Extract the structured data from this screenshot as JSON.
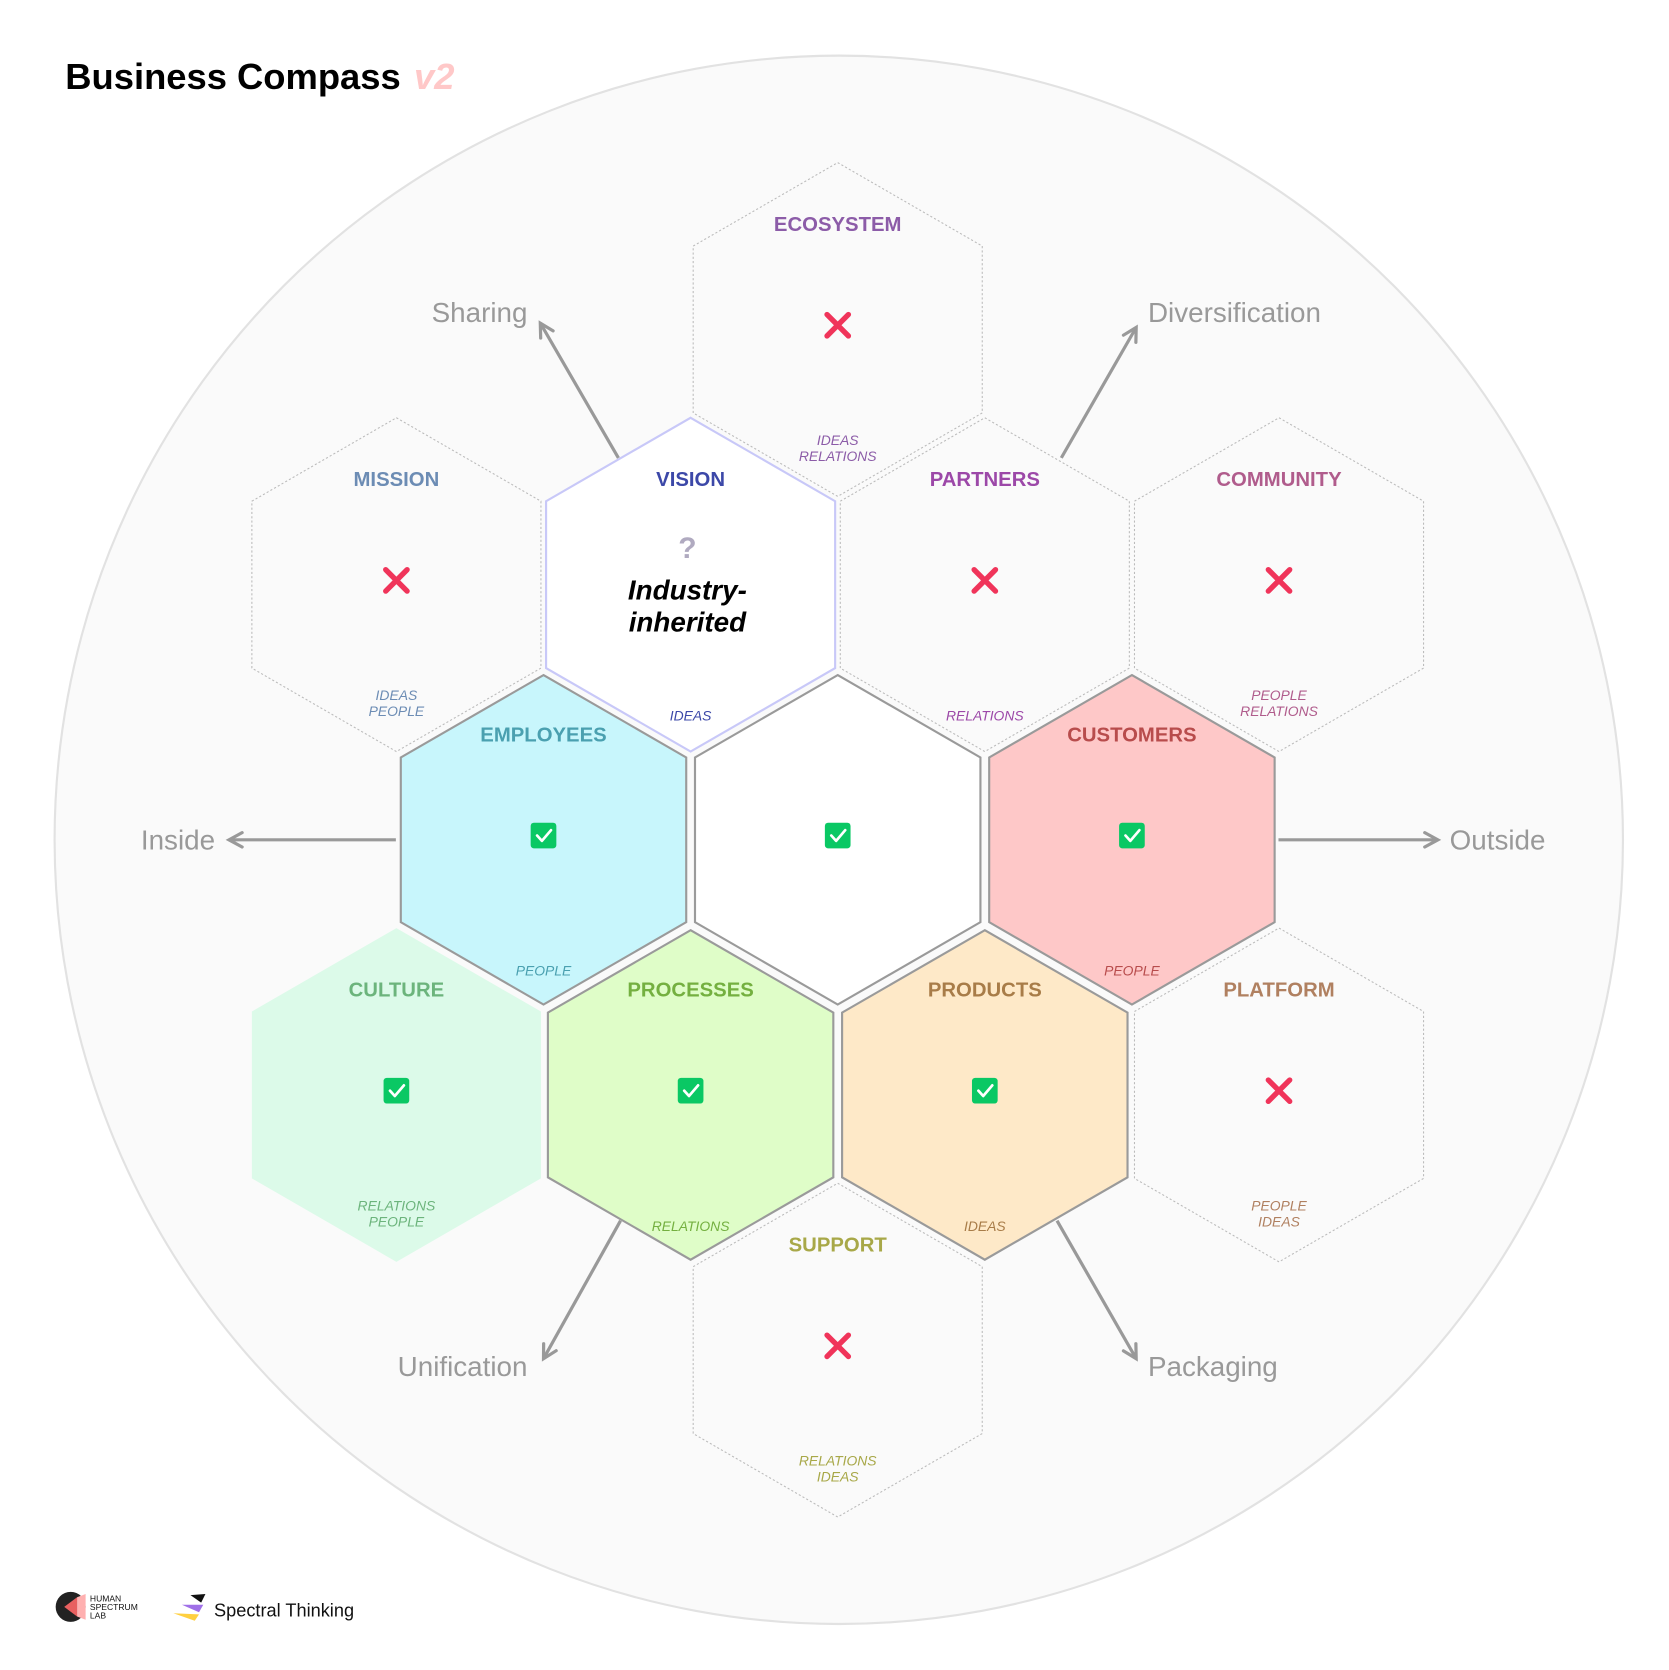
{
  "header": {
    "title": "Business Compass",
    "version": "v2"
  },
  "directions": {
    "sharing": "Sharing",
    "diversification": "Diversification",
    "inside": "Inside",
    "outside": "Outside",
    "unification": "Unification",
    "packaging": "Packaging"
  },
  "cells": [
    {
      "id": "ecosystem",
      "label": "ECOSYSTEM",
      "status": "cross",
      "tags": [
        "IDEAS",
        "RELATIONS"
      ],
      "color": "#8c5ca8",
      "fill": "none",
      "style": "dashed",
      "q": 0,
      "r": -2
    },
    {
      "id": "mission",
      "label": "MISSION",
      "status": "cross",
      "tags": [
        "IDEAS",
        "PEOPLE"
      ],
      "color": "#6c8cb4",
      "fill": "none",
      "style": "dashed",
      "q": -3,
      "r": -1
    },
    {
      "id": "vision",
      "label": "VISION",
      "status": "question",
      "tags": [
        "IDEAS"
      ],
      "color": "#3c48a8",
      "fill": "#ffffff",
      "style": "vision",
      "q": -1,
      "r": -1,
      "note": "Industry-\ninherited"
    },
    {
      "id": "partners",
      "label": "PARTNERS",
      "status": "cross",
      "tags": [
        "RELATIONS"
      ],
      "color": "#9c48a8",
      "fill": "none",
      "style": "dashed",
      "q": 1,
      "r": -1
    },
    {
      "id": "community",
      "label": "COMMUNITY",
      "status": "cross",
      "tags": [
        "PEOPLE",
        "RELATIONS"
      ],
      "color": "#b05c8c",
      "fill": "none",
      "style": "dashed",
      "q": 3,
      "r": -1
    },
    {
      "id": "employees",
      "label": "EMPLOYEES",
      "status": "check",
      "tags": [
        "PEOPLE"
      ],
      "color": "#4aa0b0",
      "fill": "#c8f6fc",
      "style": "solid",
      "q": -2,
      "r": 0
    },
    {
      "id": "core",
      "label": "",
      "status": "check",
      "tags": [],
      "color": "#555555",
      "fill": "#ffffff",
      "style": "solid",
      "q": 0,
      "r": 0
    },
    {
      "id": "customers",
      "label": "CUSTOMERS",
      "status": "check",
      "tags": [
        "PEOPLE"
      ],
      "color": "#b84c4c",
      "fill": "#fec8c8",
      "style": "solid",
      "q": 2,
      "r": 0
    },
    {
      "id": "culture",
      "label": "CULTURE",
      "status": "check",
      "tags": [
        "RELATIONS",
        "PEOPLE"
      ],
      "color": "#6cb47c",
      "fill": "#dcfae9",
      "style": "none",
      "q": -3,
      "r": 1
    },
    {
      "id": "processes",
      "label": "PROCESSES",
      "status": "check",
      "tags": [
        "RELATIONS"
      ],
      "color": "#74b040",
      "fill": "#dffdc8",
      "style": "solid",
      "q": -1,
      "r": 1
    },
    {
      "id": "products",
      "label": "PRODUCTS",
      "status": "check",
      "tags": [
        "IDEAS"
      ],
      "color": "#a87c48",
      "fill": "#fee9c8",
      "style": "solid",
      "q": 1,
      "r": 1
    },
    {
      "id": "platform",
      "label": "PLATFORM",
      "status": "cross",
      "tags": [
        "PEOPLE",
        "IDEAS"
      ],
      "color": "#b08060",
      "fill": "none",
      "style": "dashed",
      "q": 3,
      "r": 1
    },
    {
      "id": "support",
      "label": "SUPPORT",
      "status": "cross",
      "tags": [
        "RELATIONS",
        "IDEAS"
      ],
      "color": "#a8a848",
      "fill": "none",
      "style": "dashed",
      "q": 0,
      "r": 2
    }
  ],
  "colors": {
    "cross": "#f0345a",
    "check": "#0ac864",
    "question": "#b0aac0",
    "arrow": "#999999"
  },
  "footer": {
    "lab_logo": "HUMAN SPECTRUM LAB",
    "brand": "Spectral Thinking"
  }
}
